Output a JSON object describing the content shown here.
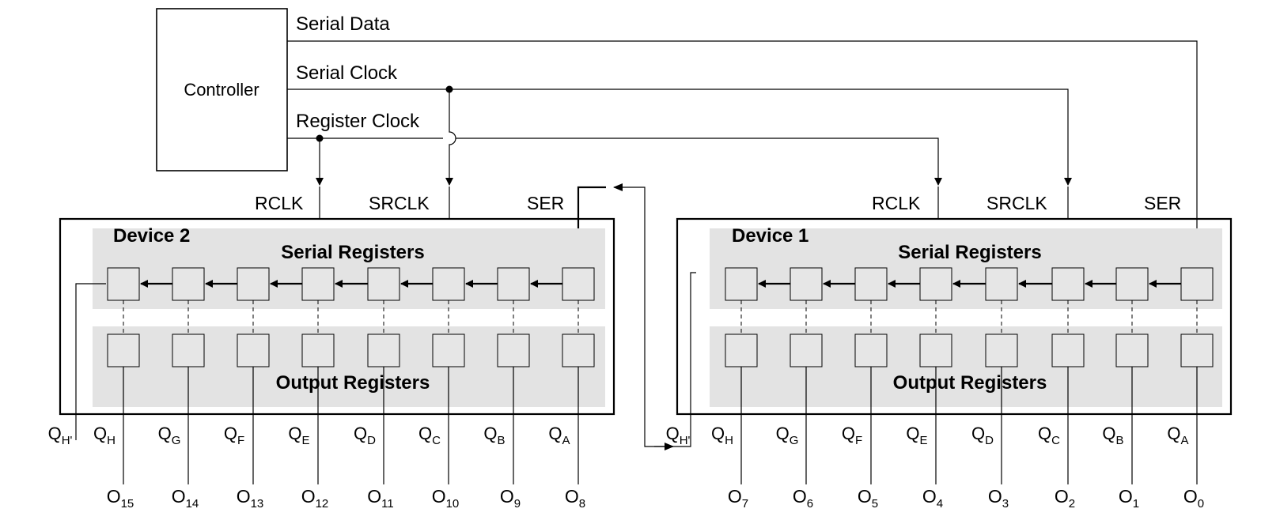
{
  "controller": {
    "label": "Controller"
  },
  "signals": {
    "serial_data": "Serial Data",
    "serial_clock": "Serial Clock",
    "register_clock": "Register Clock"
  },
  "devices": [
    {
      "id": "device2",
      "title": "Device 2",
      "serial_label": "Serial  Registers",
      "output_label": "Output  Registers",
      "pins": {
        "rclk": "RCLK",
        "srclk": "SRCLK",
        "ser": "SER"
      },
      "cascade": {
        "main": "Q",
        "sub": "H'"
      },
      "q": [
        {
          "main": "Q",
          "sub": "H"
        },
        {
          "main": "Q",
          "sub": "G"
        },
        {
          "main": "Q",
          "sub": "F"
        },
        {
          "main": "Q",
          "sub": "E"
        },
        {
          "main": "Q",
          "sub": "D"
        },
        {
          "main": "Q",
          "sub": "C"
        },
        {
          "main": "Q",
          "sub": "B"
        },
        {
          "main": "Q",
          "sub": "A"
        }
      ],
      "outputs": [
        {
          "main": "O",
          "sub": "15"
        },
        {
          "main": "O",
          "sub": "14"
        },
        {
          "main": "O",
          "sub": "13"
        },
        {
          "main": "O",
          "sub": "12"
        },
        {
          "main": "O",
          "sub": "11"
        },
        {
          "main": "O",
          "sub": "10"
        },
        {
          "main": "O",
          "sub": "9"
        },
        {
          "main": "O",
          "sub": "8"
        }
      ]
    },
    {
      "id": "device1",
      "title": "Device 1",
      "serial_label": "Serial  Registers",
      "output_label": "Output  Registers",
      "pins": {
        "rclk": "RCLK",
        "srclk": "SRCLK",
        "ser": "SER"
      },
      "cascade": {
        "main": "Q",
        "sub": "H'"
      },
      "q": [
        {
          "main": "Q",
          "sub": "H"
        },
        {
          "main": "Q",
          "sub": "G"
        },
        {
          "main": "Q",
          "sub": "F"
        },
        {
          "main": "Q",
          "sub": "E"
        },
        {
          "main": "Q",
          "sub": "D"
        },
        {
          "main": "Q",
          "sub": "C"
        },
        {
          "main": "Q",
          "sub": "B"
        },
        {
          "main": "Q",
          "sub": "A"
        }
      ],
      "outputs": [
        {
          "main": "O",
          "sub": "7"
        },
        {
          "main": "O",
          "sub": "6"
        },
        {
          "main": "O",
          "sub": "5"
        },
        {
          "main": "O",
          "sub": "4"
        },
        {
          "main": "O",
          "sub": "3"
        },
        {
          "main": "O",
          "sub": "2"
        },
        {
          "main": "O",
          "sub": "1"
        },
        {
          "main": "O",
          "sub": "0"
        }
      ]
    }
  ]
}
